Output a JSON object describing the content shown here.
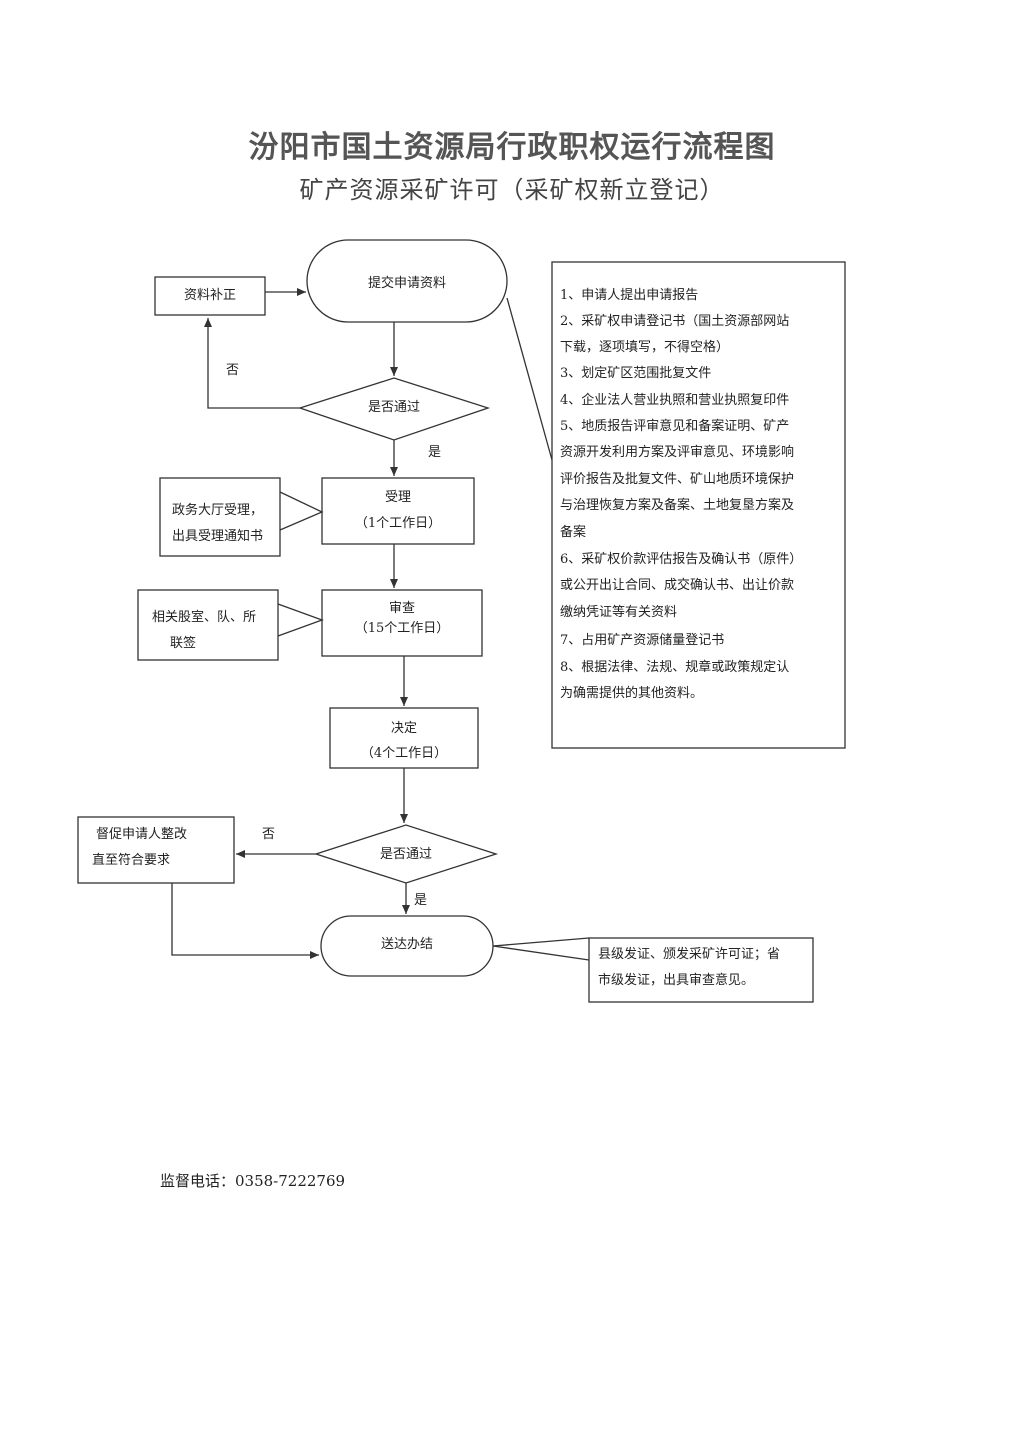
{
  "header": {
    "title": "汾阳市国土资源局行政职权运行流程图",
    "subtitle": "矿产资源采矿许可（采矿权新立登记）"
  },
  "flow": {
    "start": "提交申请资料",
    "supplement": "资料补正",
    "decision1": "是否通过",
    "no_label_1": "否",
    "yes_label_1": "是",
    "accept_title": "受理",
    "accept_days": "（1个工作日）",
    "accept_note_line1": "政务大厅受理，",
    "accept_note_line2": "出具受理通知书",
    "review_title": "审查",
    "review_days": "（15个工作日）",
    "review_note_line1": "相关股室、队、所",
    "review_note_line2": "联签",
    "decide_title": "决定",
    "decide_days": "（4个工作日）",
    "decision2": "是否通过",
    "no_label_2": "否",
    "yes_label_2": "是",
    "rectify_line1": "督促申请人整改",
    "rectify_line2": "直至符合要求",
    "deliver": "送达办结",
    "deliver_note_line1": "县级发证、颁发采矿许可证；省",
    "deliver_note_line2": "市级发证，出具审查意见。"
  },
  "materials": [
    "1、申请人提出申请报告",
    "2、采矿权申请登记书（国土资源部网站",
    "下载，逐项填写，不得空格）",
    "3、划定矿区范围批复文件",
    "4、企业法人营业执照和营业执照复印件",
    "5、地质报告评审意见和备案证明、矿产",
    "资源开发利用方案及评审意见、环境影响",
    "评价报告及批复文件、矿山地质环境保护",
    "与治理恢复方案及备案、土地复垦方案及",
    "备案",
    "6、采矿权价款评估报告及确认书（原件）",
    "或公开出让合同、成交确认书、出让价款",
    "缴纳凭证等有关资料",
    "7、占用矿产资源储量登记书",
    "8、根据法律、法规、规章或政策规定认",
    "为确需提供的其他资料。"
  ],
  "footer": {
    "phone": "监督电话：0358-7222769"
  }
}
